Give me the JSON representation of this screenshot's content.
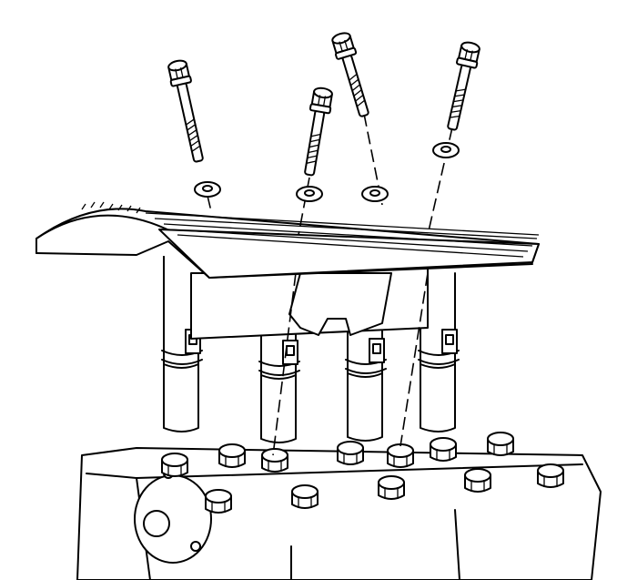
{
  "figure": {
    "type": "exploded-view line drawing",
    "colors": {
      "line": "#000000",
      "background": "#ffffff"
    },
    "parts": [
      "bolt",
      "bolt",
      "bolt",
      "bolt",
      "washer",
      "washer",
      "washer",
      "washer",
      "coil-cover",
      "ignition-coil",
      "ignition-coil",
      "ignition-coil",
      "ignition-coil",
      "cylinder-head"
    ]
  }
}
